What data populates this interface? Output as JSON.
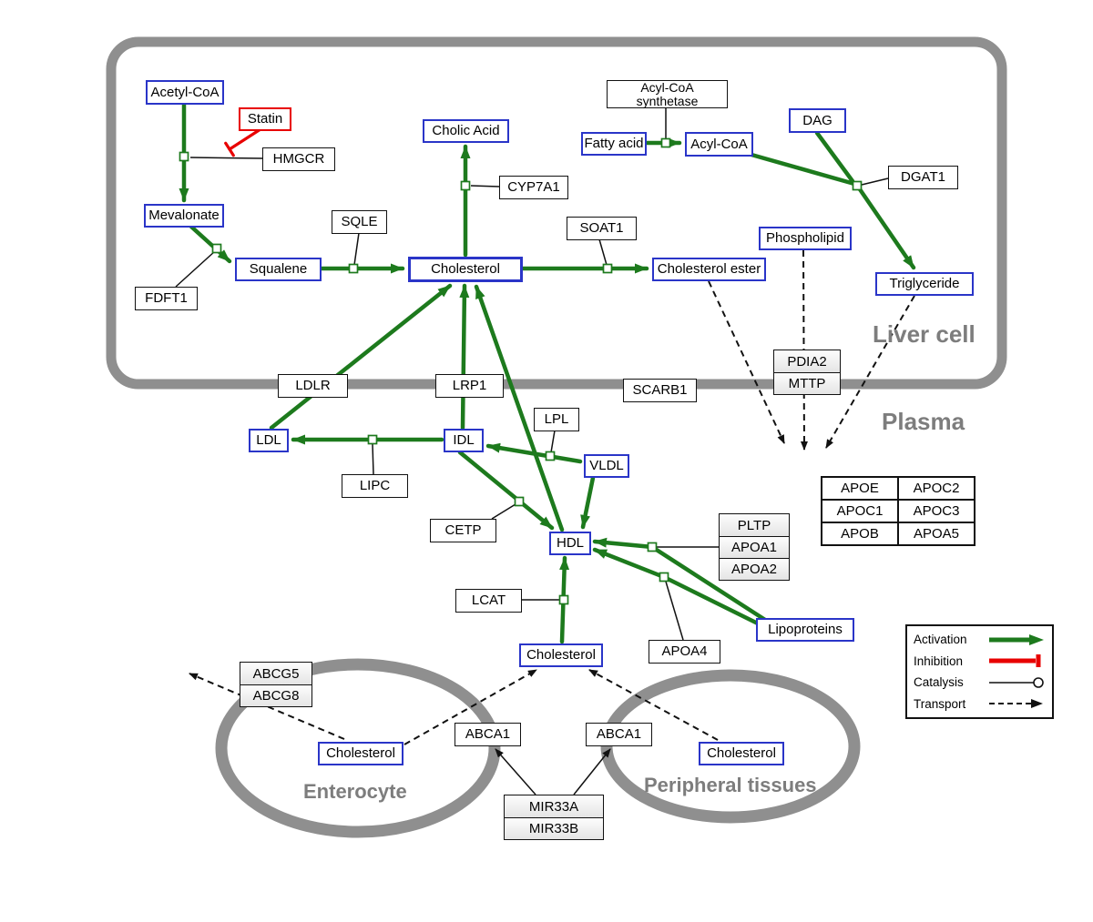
{
  "compartments": {
    "liver": "Liver cell",
    "plasma": "Plasma",
    "enterocyte": "Enterocyte",
    "peripheral": "Peripheral tissues"
  },
  "nodes": {
    "acetyl_coa": "Acetyl-CoA",
    "statin": "Statin",
    "hmgcr": "HMGCR",
    "mevalonate": "Mevalonate",
    "fdft1": "FDFT1",
    "squalene": "Squalene",
    "sqle": "SQLE",
    "cholesterol_liver": "Cholesterol",
    "cholic_acid": "Cholic Acid",
    "cyp7a1": "CYP7A1",
    "soat1": "SOAT1",
    "cholesterol_ester": "Cholesterol ester",
    "fatty_acid": "Fatty acid",
    "acyl_coa_synthetase": "Acyl-CoA synthetase",
    "acyl_coa": "Acyl-CoA",
    "dag": "DAG",
    "dgat1": "DGAT1",
    "phospholipid": "Phospholipid",
    "triglyceride": "Triglyceride",
    "ldlr": "LDLR",
    "lrp1": "LRP1",
    "scarb1": "SCARB1",
    "pdia2": "PDIA2",
    "mttp": "MTTP",
    "ldl": "LDL",
    "idl": "IDL",
    "lpl": "LPL",
    "vldl": "VLDL",
    "lipc": "LIPC",
    "cetp": "CETP",
    "hdl": "HDL",
    "apoe": "APOE",
    "apoc2": "APOC2",
    "apoc1": "APOC1",
    "apoc3": "APOC3",
    "apob": "APOB",
    "apoa5": "APOA5",
    "pltp": "PLTP",
    "apoa1": "APOA1",
    "apoa2": "APOA2",
    "lcat": "LCAT",
    "apoa4": "APOA4",
    "lipoproteins": "Lipoproteins",
    "cholesterol_plasma": "Cholesterol",
    "abcg5": "ABCG5",
    "abcg8": "ABCG8",
    "cholesterol_enterocyte": "Cholesterol",
    "abca1_left": "ABCA1",
    "abca1_right": "ABCA1",
    "cholesterol_peripheral": "Cholesterol",
    "mir33a": "MIR33A",
    "mir33b": "MIR33B"
  },
  "legend": {
    "activation": "Activation",
    "inhibition": "Inhibition",
    "catalysis": "Catalysis",
    "transport": "Transport"
  },
  "colors": {
    "activation_green": "#1d7a1d",
    "inhibition_red": "#e80000",
    "metabolite_border_blue": "#2a35c8",
    "compartment_gray": "#8f8f8f"
  }
}
